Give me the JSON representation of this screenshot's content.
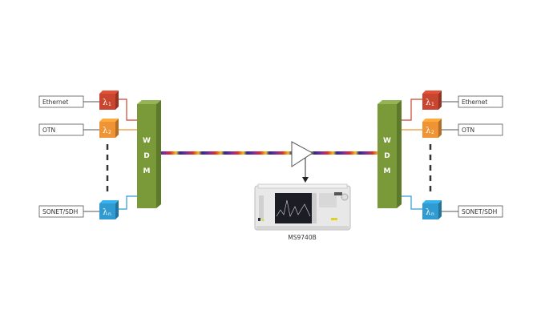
{
  "left_side": {
    "signals": [
      {
        "label": "Ethernet",
        "lambda": "λ",
        "sub": "1",
        "color": "#c8452f"
      },
      {
        "label": "OTN",
        "lambda": "λ",
        "sub": "2",
        "color": "#ef9434"
      },
      {
        "label": "SONET/SDH",
        "lambda": "λ",
        "sub": "n",
        "color": "#2f9bd0"
      }
    ],
    "wdm_letters": [
      "W",
      "D",
      "M"
    ]
  },
  "right_side": {
    "signals": [
      {
        "label": "Ethernet",
        "lambda": "λ",
        "sub": "1",
        "color": "#c8452f"
      },
      {
        "label": "OTN",
        "lambda": "λ",
        "sub": "2",
        "color": "#ef9434"
      },
      {
        "label": "SONET/SDH",
        "lambda": "λ",
        "sub": "n",
        "color": "#2f9bd0"
      }
    ],
    "wdm_letters": [
      "W",
      "D",
      "M"
    ]
  },
  "instrument": {
    "label": "MS9740B"
  },
  "colors": {
    "wdm": "#7a9a3a",
    "wdm_side": "#5d7a2a",
    "wdm_top": "#95b455"
  }
}
